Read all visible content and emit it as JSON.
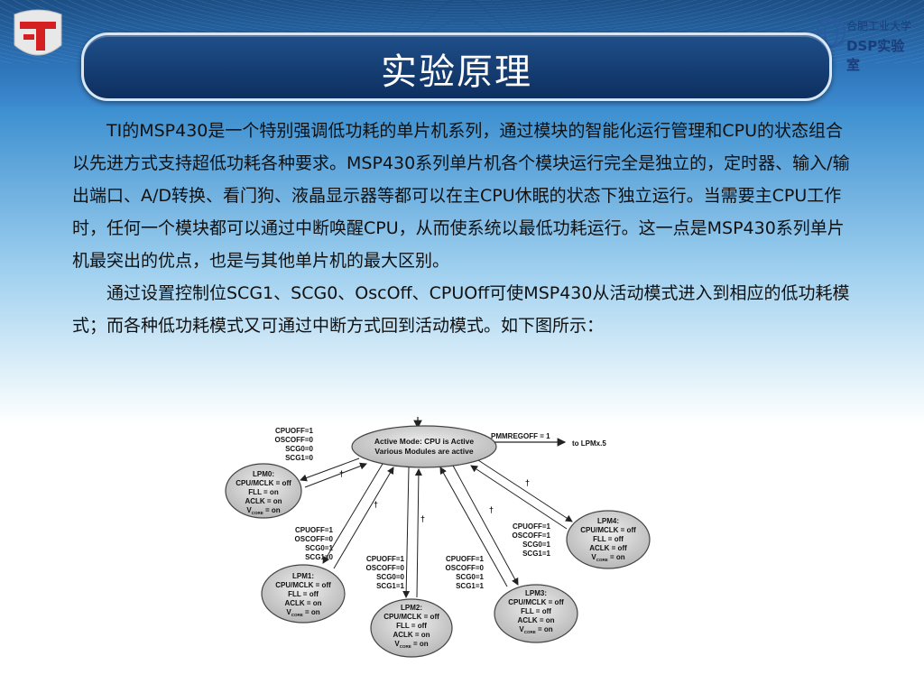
{
  "header": {
    "title": "实验原理",
    "brand_cn": "合肥工业大学",
    "brand_en": "DSP实验室"
  },
  "body": {
    "paragraph1": "TI的MSP430是一个特别强调低功耗的单片机系列，通过模块的智能化运行管理和CPU的状态组合以先进方式支持超低功耗各种要求。MSP430系列单片机各个模块运行完全是独立的，定时器、输入/输出端口、A/D转换、看门狗、液晶显示器等都可以在主CPU休眠的状态下独立运行。当需要主CPU工作时，任何一个模块都可以通过中断唤醒CPU，从而使系统以最低功耗运行。这一点是MSP430系列单片机最突出的优点，也是与其他单片机的最大区别。",
    "paragraph2": "通过设置控制位SCG1、SCG0、OscOff、CPUOff可使MSP430从活动模式进入到相应的低功耗模式；而各种低功耗模式又可通过中断方式回到活动模式。如下图所示："
  },
  "diagram": {
    "active": {
      "line1": "Active Mode: CPU is Active",
      "line2": "Various Modules are active"
    },
    "pmm": {
      "label": "PMMREGOFF = 1",
      "target": "to LPMx.5"
    },
    "lpm0": {
      "title": "LPM0:",
      "l1": "CPU/MCLK = off",
      "l2": "FLL = on",
      "l3": "ACLK = on",
      "l4v": "V",
      "l4s": "CORE",
      "l4e": " = on"
    },
    "lpm1": {
      "title": "LPM1:",
      "l1": "CPU/MCLK = off",
      "l2": "FLL = off",
      "l3": "ACLK = on",
      "l4v": "V",
      "l4s": "CORE",
      "l4e": " = on"
    },
    "lpm2": {
      "title": "LPM2:",
      "l1": "CPU/MCLK = off",
      "l2": "FLL = off",
      "l3": "ACLK = on",
      "l4v": "V",
      "l4s": "CORE",
      "l4e": " = on"
    },
    "lpm3": {
      "title": "LPM3:",
      "l1": "CPU/MCLK = off",
      "l2": "FLL = off",
      "l3": "ACLK = on",
      "l4v": "V",
      "l4s": "CORE",
      "l4e": " = on"
    },
    "lpm4": {
      "title": "LPM4:",
      "l1": "CPU/MCLK = off",
      "l2": "FLL = off",
      "l3": "ACLK = off",
      "l4v": "V",
      "l4s": "CORE",
      "l4e": " = on"
    },
    "cond0": {
      "a": "CPUOFF=1",
      "b": "OSCOFF=0",
      "c": "SCG0=0",
      "d": "SCG1=0"
    },
    "cond1": {
      "a": "CPUOFF=1",
      "b": "OSCOFF=0",
      "c": "SCG0=1",
      "d": "SCG1=0"
    },
    "cond2": {
      "a": "CPUOFF=1",
      "b": "OSCOFF=0",
      "c": "SCG0=0",
      "d": "SCG1=1"
    },
    "cond3": {
      "a": "CPUOFF=1",
      "b": "OSCOFF=0",
      "c": "SCG0=1",
      "d": "SCG1=1"
    },
    "cond4": {
      "a": "CPUOFF=1",
      "b": "OSCOFF=1",
      "c": "SCG0=1",
      "d": "SCG1=1"
    },
    "dagger": "†"
  }
}
